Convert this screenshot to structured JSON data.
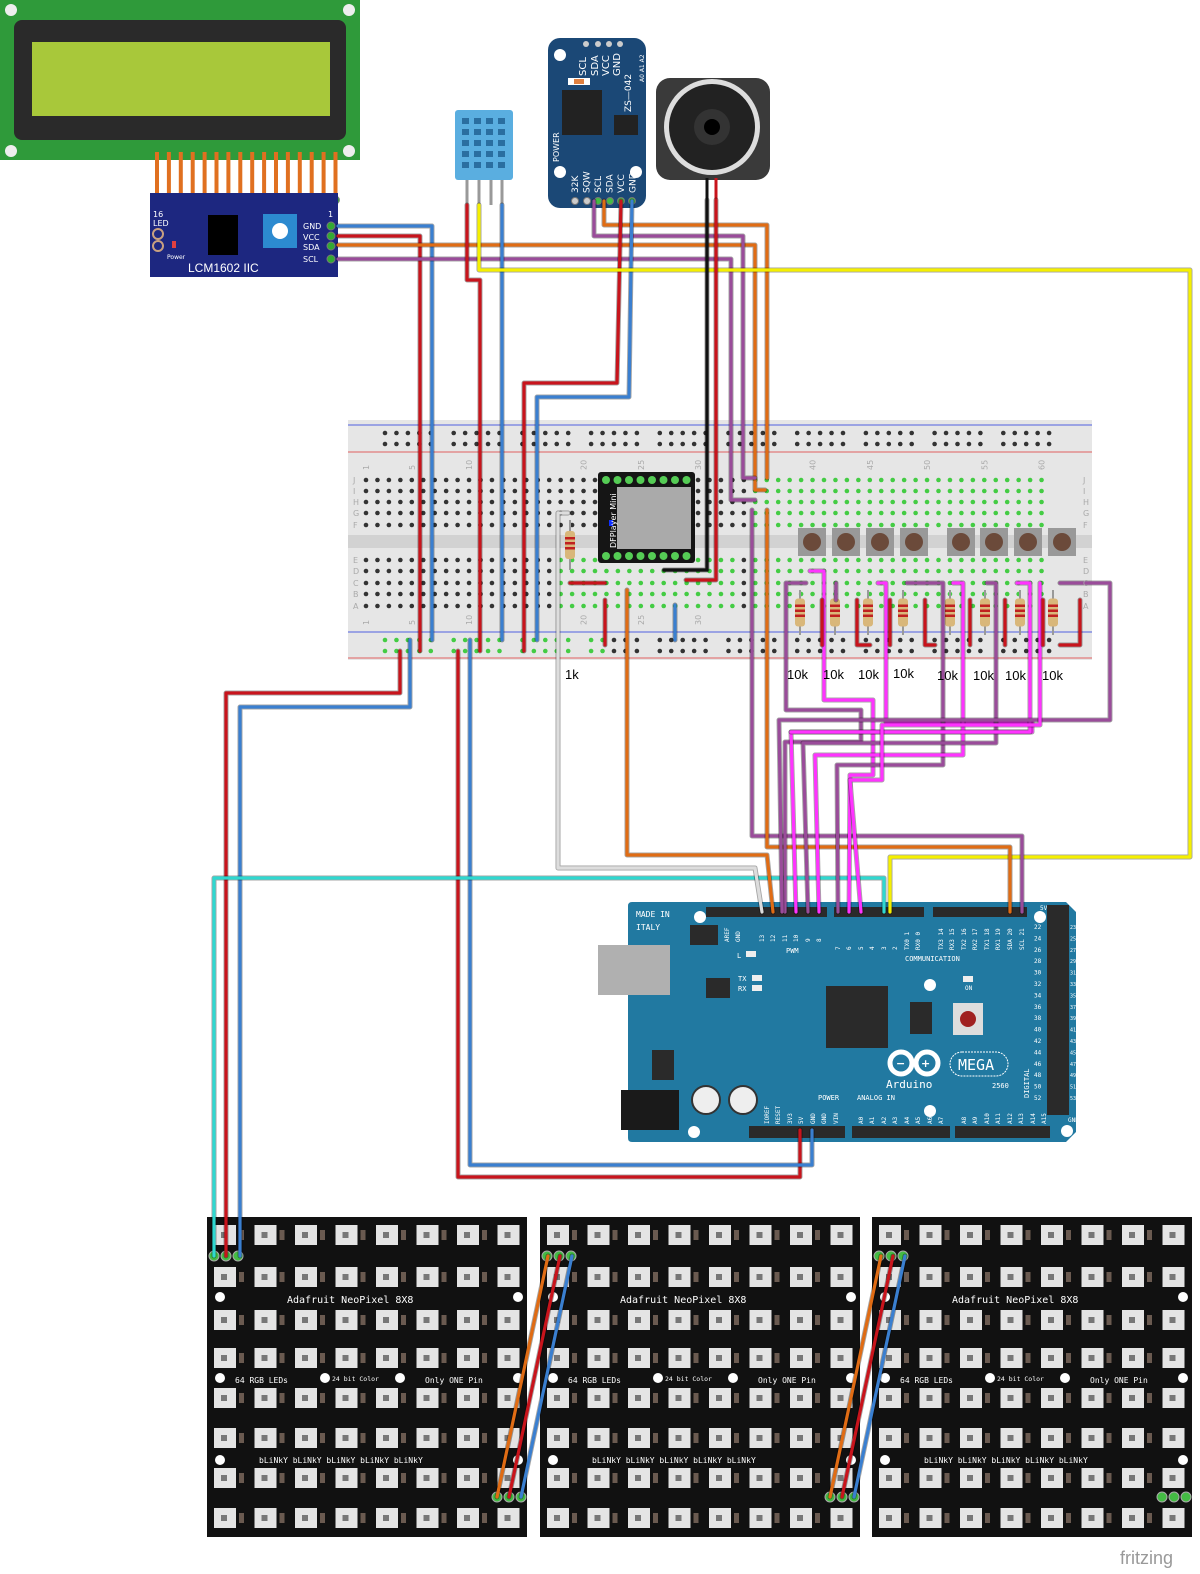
{
  "lcd": {
    "module_label": "LCM1602 IIC",
    "pin16": "16",
    "pin1": "1",
    "led_label": "LED",
    "power_label": "Power",
    "pins": [
      "GND",
      "VCC",
      "SDA",
      "SCL"
    ],
    "screen_color": "#a8c83a",
    "pcb_color": "#2f9a3a",
    "board_color": "#1d2780"
  },
  "rtc": {
    "top_pins": [
      "SCL",
      "SDA",
      "VCC",
      "GND"
    ],
    "model": "ZS—042",
    "addr": "A0 A1 A2",
    "power_label": "POWER",
    "bottom_pins": [
      "32K",
      "SQW",
      "SCL",
      "SDA",
      "VCC",
      "GND"
    ],
    "color": "#1b4876"
  },
  "dfplayer": {
    "label": "DFPlayer Mini"
  },
  "breadboard": {
    "top_numbers": [
      "1",
      "5",
      "10",
      "20",
      "25",
      "30",
      "40",
      "45",
      "50",
      "55",
      "60"
    ],
    "bottom_numbers": [
      "1",
      "5",
      "10",
      "20",
      "25",
      "30"
    ],
    "rows_top": [
      "J",
      "I",
      "H",
      "G",
      "F"
    ],
    "rows_bottom": [
      "E",
      "D",
      "C",
      "B",
      "A"
    ]
  },
  "resistors": {
    "labels": [
      "1k",
      "10k",
      "10k",
      "10k",
      "10k",
      "10k",
      "10k",
      "10k",
      "10k"
    ]
  },
  "arduino": {
    "made_in": "MADE IN",
    "italy": "ITALY",
    "pwm": "PWM",
    "communication": "COMMUNICATION",
    "power": "POWER",
    "analog_in": "ANALOG IN",
    "digital": "DIGITAL",
    "mega": "MEGA",
    "brand": "Arduino",
    "model": "2560",
    "tx": "TX",
    "rx": "RX",
    "l": "L",
    "on": "ON",
    "gnd": "GND",
    "v5": "5V",
    "pins_top_left": [
      "AREF",
      "GND",
      "13",
      "12",
      "11",
      "10",
      "9",
      "8"
    ],
    "pins_top_mid": [
      "7",
      "6",
      "5",
      "4",
      "3",
      "2",
      "TX0 1",
      "RX0 0"
    ],
    "pins_top_right": [
      "TX3 14",
      "RX3 15",
      "TX2 16",
      "RX2 17",
      "TX1 18",
      "RX1 19",
      "SDA 20",
      "SCL 21"
    ],
    "pins_power": [
      "IOREF",
      "RESET",
      "3V3",
      "5V",
      "GND",
      "GND",
      "VIN"
    ],
    "pins_analog": [
      "A0",
      "A1",
      "A2",
      "A3",
      "A4",
      "A5",
      "A6",
      "A7"
    ],
    "pins_analog2": [
      "A8",
      "A9",
      "A10",
      "A11",
      "A12",
      "A13",
      "A14",
      "A15"
    ],
    "pins_right": [
      "22",
      "24",
      "26",
      "28",
      "30",
      "32",
      "34",
      "36",
      "38",
      "40",
      "42",
      "44",
      "46",
      "48",
      "50",
      "52"
    ],
    "pins_right2": [
      "23",
      "25",
      "27",
      "29",
      "31",
      "33",
      "35",
      "37",
      "39",
      "41",
      "43",
      "45",
      "47",
      "49",
      "51",
      "53"
    ],
    "color": "#2179a1"
  },
  "neopixel": {
    "panels": [
      {
        "title": "Adafruit NeoPixel 8X8",
        "t1": "64 RGB LEDs",
        "t2": "24 bit Color",
        "t3": "Only ONE Pin",
        "blinky": "bLiNkY bLiNkY bLiNkY bLiNkY bLiNkY"
      },
      {
        "title": "Adafruit NeoPixel 8X8",
        "t1": "64 RGB LEDs",
        "t2": "24 bit Color",
        "t3": "Only ONE Pin",
        "blinky": "bLiNkY bLiNkY bLiNkY bLiNkY bLiNkY"
      },
      {
        "title": "Adafruit NeoPixel 8X8",
        "t1": "64 RGB LEDs",
        "t2": "24 bit Color",
        "t3": "Only ONE Pin",
        "blinky": "bLiNkY bLiNkY bLiNkY bLiNkY bLiNkY"
      }
    ]
  },
  "wire_colors": {
    "red": "#c8141c",
    "blue": "#3a7fd0",
    "orange": "#e06c14",
    "purple": "#9a4c9a",
    "pink": "#ff33ff",
    "yellow": "#f5f000",
    "cyan": "#2fd8d0",
    "white": "#dddddd",
    "black": "#111111"
  },
  "logo": "fritzing"
}
